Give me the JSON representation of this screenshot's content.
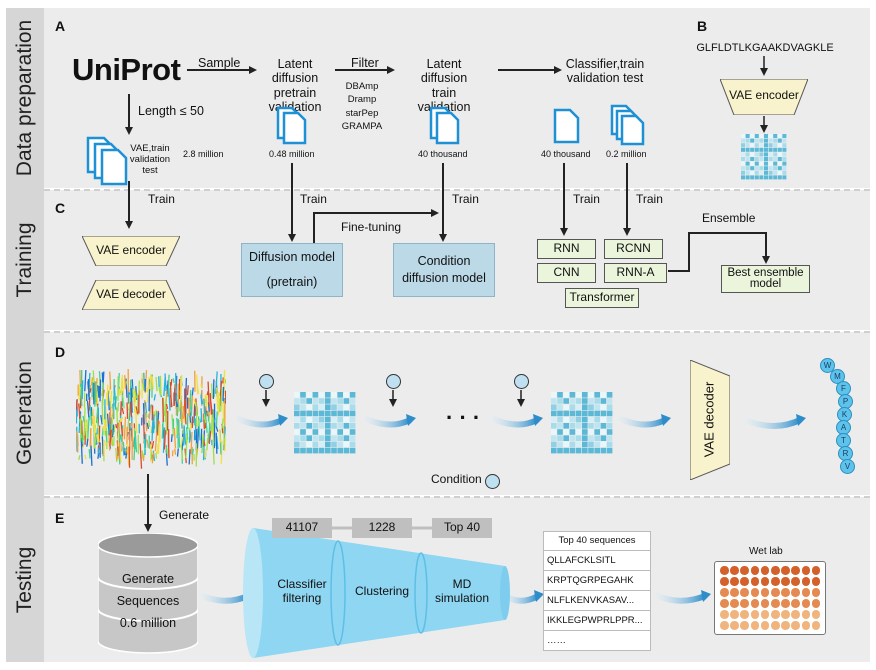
{
  "rows": {
    "data_preparation": "Data preparation",
    "training": "Training",
    "generation": "Generation",
    "testing": "Testing"
  },
  "panels": {
    "a": "A",
    "b": "B",
    "c": "C",
    "d": "D",
    "e": "E"
  },
  "panel_a": {
    "uniprot": "UniProt",
    "sample": "Sample",
    "filter": "Filter",
    "length": "Length ≤ 50",
    "latent_pretrain": "Latent diffusion\npretrain\nvalidation",
    "latent_train": "Latent diffusion\ntrain\nvalidation",
    "classifier_sets": "Classifier,train\nvalidation test",
    "databases": "DBAmp\nDramp\nstarPep\nGRAMPA",
    "vae_sets": "VAE,train\nvalidation\ntest",
    "count_vae": "2.8 million",
    "count_pretrain": "0.48 million",
    "count_train": "40 thousand",
    "count_cls1": "40 thousand",
    "count_cls2": "0.2 million"
  },
  "panel_b": {
    "sequence": "GLFLDTLKGAAKDVAGKLE",
    "encoder": "VAE encoder"
  },
  "panel_c": {
    "train": "Train",
    "fine_tuning": "Fine-tuning",
    "vae_encoder": "VAE encoder",
    "vae_decoder": "VAE decoder",
    "diffusion_pretrain": "Diffusion model\n\n(pretrain)",
    "condition_diffusion": "Condition\ndiffusion model",
    "models": [
      "RNN",
      "RCNN",
      "CNN",
      "RNN-A",
      "Transformer"
    ],
    "ensemble": "Ensemble",
    "best_ensemble": "Best ensemble\nmodel"
  },
  "panel_d": {
    "ellipsis": "· · ·",
    "condition": "Condition",
    "vae_decoder": "VAE decoder",
    "peptide_letters": [
      "W",
      "M",
      "F",
      "P",
      "K",
      "A",
      "T",
      "R",
      "V"
    ]
  },
  "panel_e": {
    "generate": "Generate",
    "db_text": "Generate\nSequences\n0.6 million",
    "funnel_counts": [
      "41107",
      "1228",
      "Top 40"
    ],
    "funnel_stages": [
      "Classifier\nfiltering",
      "Clustering",
      "MD\nsimulation"
    ],
    "seq_header": "Top 40 sequences",
    "sequences": [
      "QLLAFCKLSITL",
      "KRPTQGRPEGAHK",
      "NLFLKENVKASAV...",
      "IKKLEGPWPRLPPR...",
      "……"
    ],
    "wet_lab": "Wet lab"
  }
}
